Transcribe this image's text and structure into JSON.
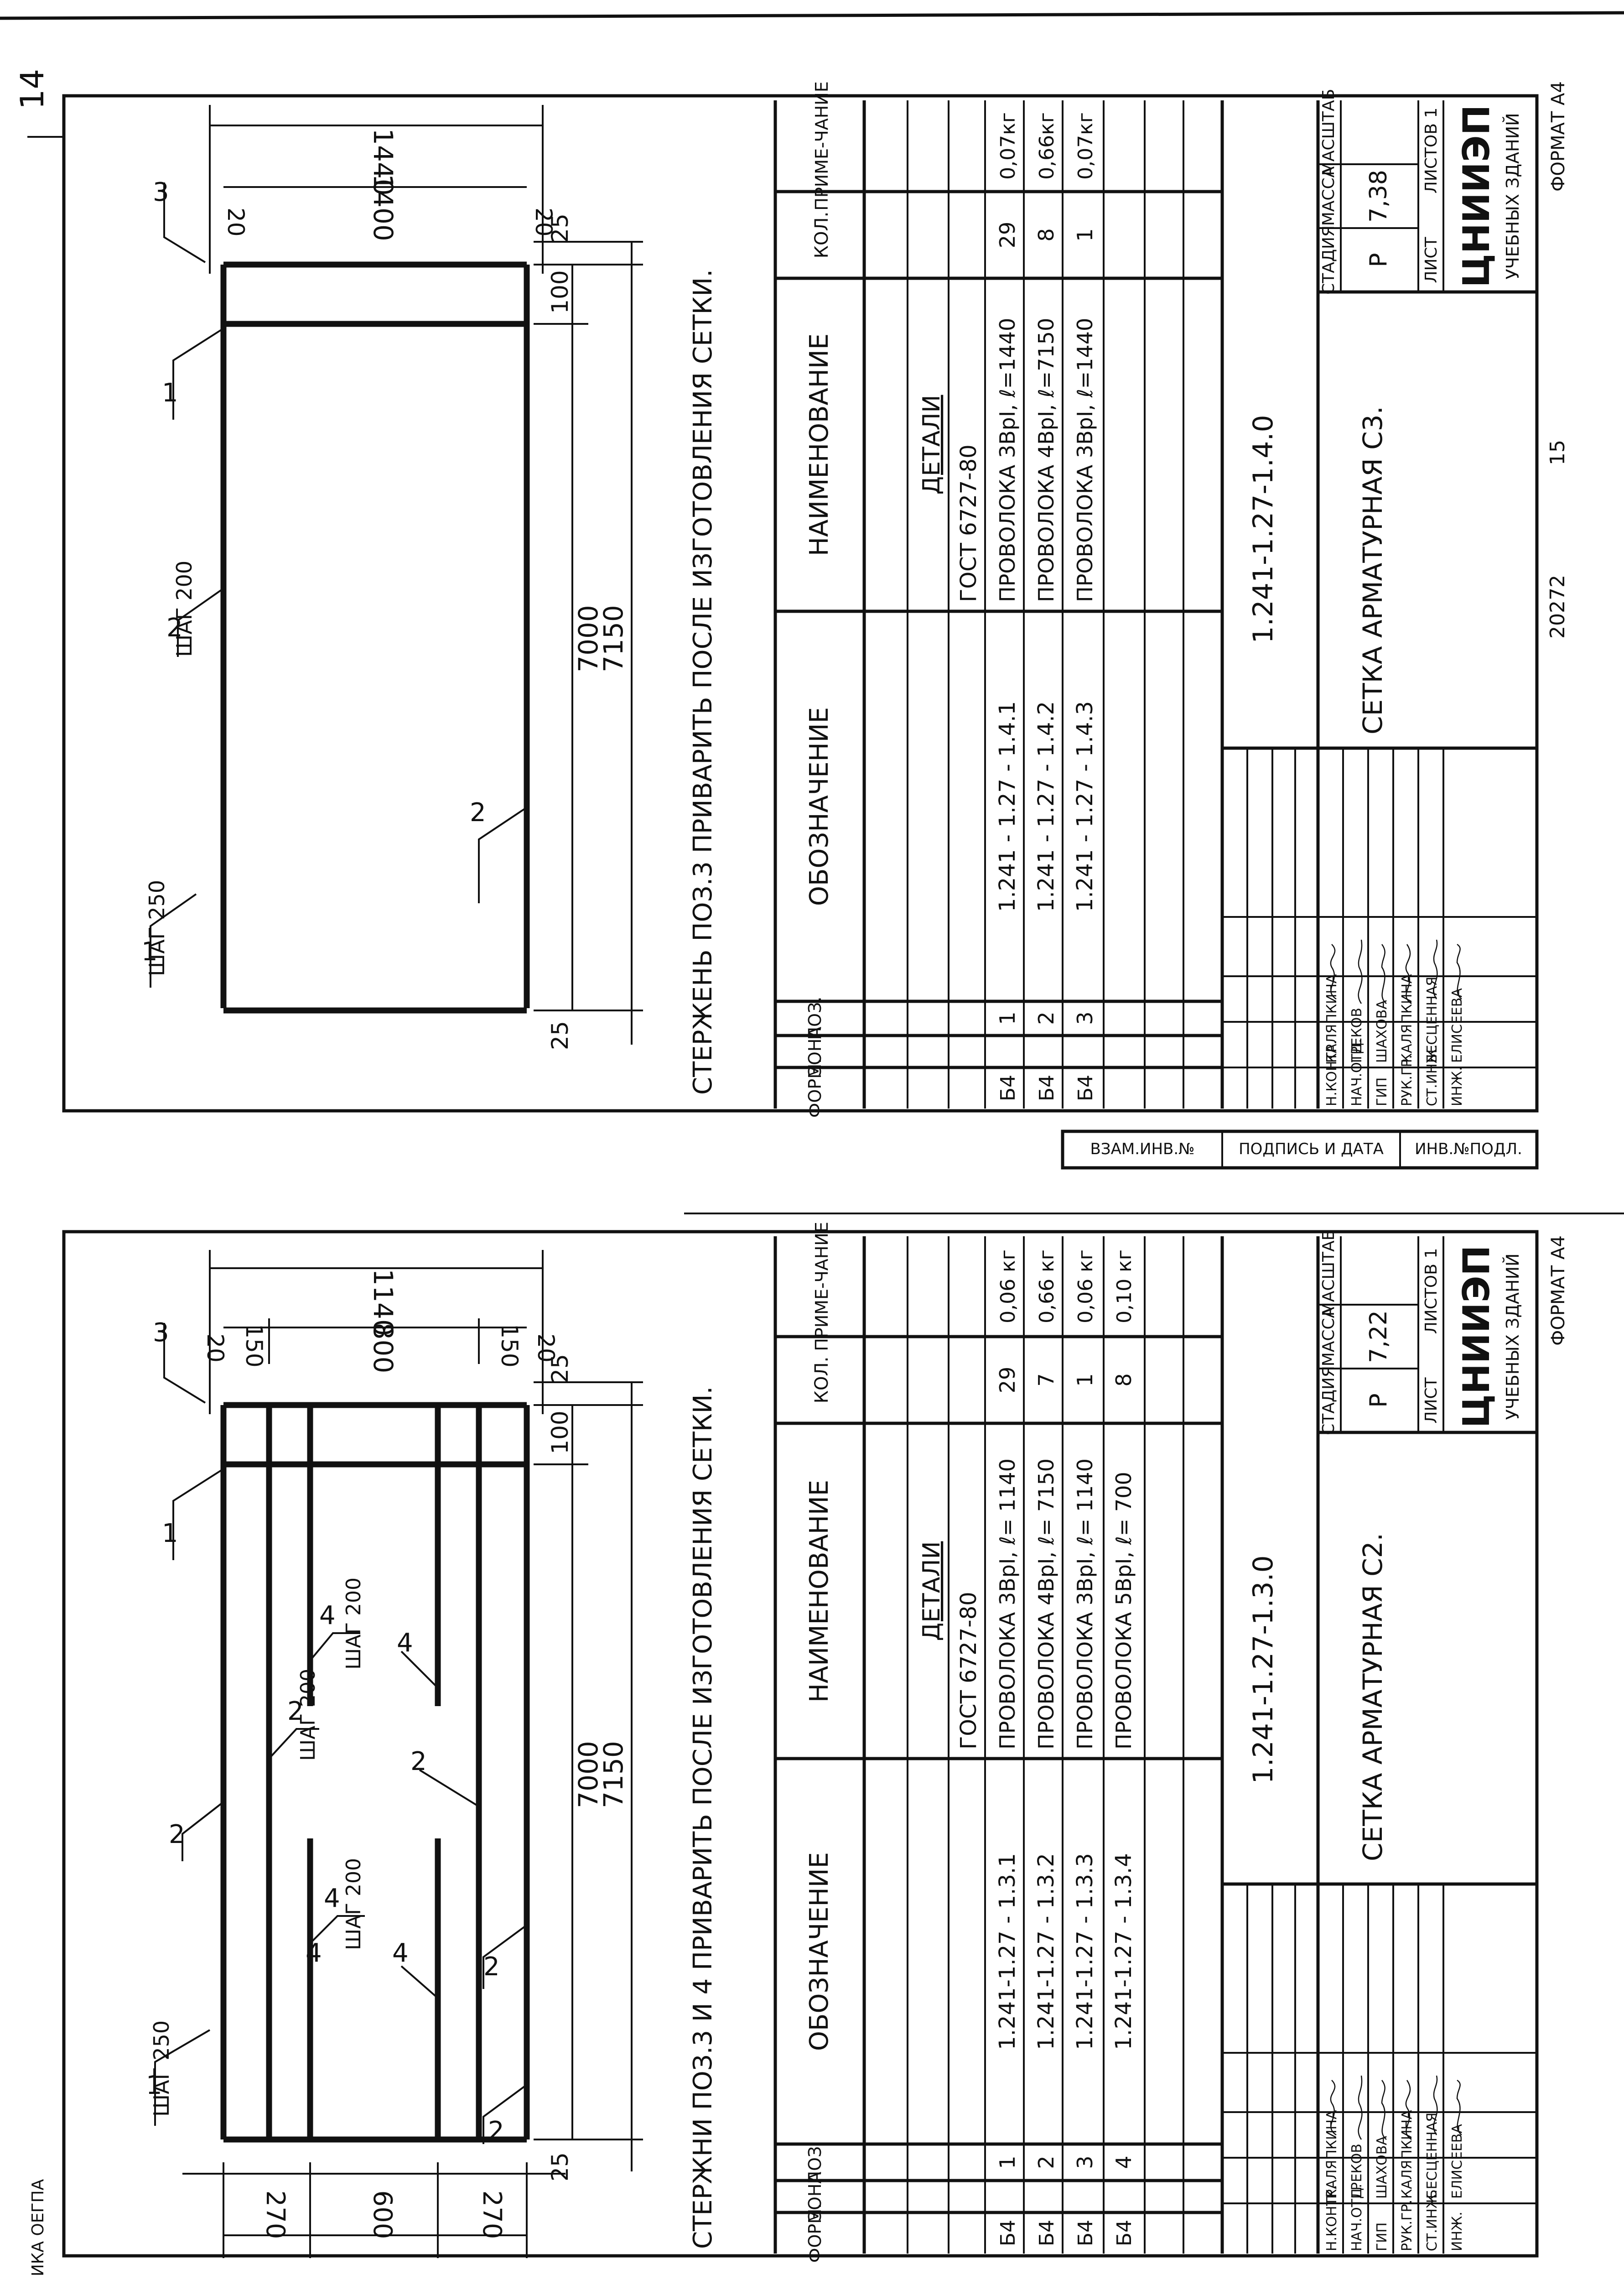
{
  "page_number": "14",
  "margin_text": "ИКА ОЕГПА",
  "side_stamp": [
    "ИНВ.№ПОДЛ.",
    "ПОДПИСЬ И ДАТА",
    "ВЗАМ.ИНВ.№"
  ],
  "sheets": [
    {
      "id": "c3",
      "note": "СТЕРЖЕНЬ ПОЗ.3 ПРИВАРИТЬ ПОСЛЕ ИЗГОТОВЛЕНИЯ СЕТКИ.",
      "dims": {
        "width_total": "1440",
        "width_inner": "1400",
        "edge": "20",
        "edge_right": "25",
        "edge_left": "25",
        "offset": "100",
        "length_inner": "7000",
        "length_total": "7150"
      },
      "leaders": {
        "p1": "1",
        "p1_step": "ШАГ 250",
        "p2": "2",
        "p2_step": "ШАГ 200",
        "p2b": "2",
        "p1b": "1",
        "p3": "3"
      },
      "headers": {
        "form": "ФОРМ.",
        "zone": "ЗОНА",
        "pos": "ПОЗ.",
        "designation": "ОБОЗНАЧЕНИЕ",
        "name": "НАИМЕНОВАНИЕ",
        "qty": "КОЛ.",
        "note": "ПРИМЕ-ЧАНИЕ"
      },
      "section_title": "ДЕТАЛИ",
      "standard": "ГОСТ 6727-80",
      "rows": [
        {
          "form": "Б4",
          "pos": "1",
          "designation": "1.241 - 1.27 - 1.4.1",
          "name": "ПРОВОЛОКА 3ВрI, ℓ=1440",
          "qty": "29",
          "mass": "0,07кг"
        },
        {
          "form": "Б4",
          "pos": "2",
          "designation": "1.241 - 1.27 - 1.4.2",
          "name": "ПРОВОЛОКА 4ВрI, ℓ=7150",
          "qty": "8",
          "mass": "0,66кг"
        },
        {
          "form": "Б4",
          "pos": "3",
          "designation": "1.241 - 1.27 - 1.4.3",
          "name": "ПРОВОЛОКА 3ВрI, ℓ=1440",
          "qty": "1",
          "mass": "0,07кг"
        }
      ],
      "doc_code": "1.241-1.27-1.4.0",
      "title": "СЕТКА АРМАТУРНАЯ С3.",
      "stage_header": "СТАДИЯ",
      "mass_header": "МАССА",
      "scale_header": "МАСШТАБ",
      "stage": "Р",
      "mass": "7,38",
      "sheet_label": "ЛИСТ",
      "sheets_label": "ЛИСТОВ 1",
      "org": "ЦНИИЭП",
      "org_sub": "УЧЕБНЫХ ЗДАНИЙ",
      "roles": [
        "Н.КОНТР.",
        "НАЧ.ОТД.",
        "ГИП",
        "РУК.ГР.",
        "СТ.ИНЖ.",
        "ИНЖ."
      ],
      "people": [
        "КАЛЯПКИНА",
        "ГРЕКОВ",
        "ШАХОВА",
        "КАЛЯПКИНА",
        "БЕСЦЕННАЯ",
        "ЕЛИСЕЕВА"
      ],
      "footer_num": "20272",
      "footer_page": "15",
      "format": "ФОРМАТ А4"
    },
    {
      "id": "c2",
      "note": "СТЕРЖНИ ПОЗ.3 И 4 ПРИВАРИТЬ ПОСЛЕ ИЗГОТОВЛЕНИЯ СЕТКИ.",
      "dims": {
        "width_total": "1140",
        "edge": "20",
        "side": "150",
        "middle": "800",
        "edge_right": "25",
        "edge_left": "25",
        "offset": "100",
        "length_inner": "7000",
        "length_total": "7150",
        "left_a": "270",
        "left_b": "600",
        "left_c": "270"
      },
      "leaders": {
        "p1": "1",
        "p1_step": "ШАГ 250",
        "p2a": "2",
        "p4a": "4",
        "p4a_step": "ШАГ 200",
        "p2b": "2",
        "p2b_step": "ШАГ 200",
        "p4b": "4",
        "p4b_step": "ШАГ 200",
        "p4c": "4",
        "p4d": "4",
        "p2c": "2",
        "p2d": "2",
        "p2e": "2",
        "p4e": "4",
        "p1b": "1",
        "p3": "3"
      },
      "headers": {
        "form": "ФОРМ.",
        "zone": "ЗОНА",
        "pos": "ПОЗ.",
        "designation": "ОБОЗНАЧЕНИЕ",
        "name": "НАИМЕНОВАНИЕ",
        "qty": "КОЛ.",
        "note": "ПРИМЕ-ЧАНИЕ"
      },
      "section_title": "ДЕТАЛИ",
      "standard": "ГОСТ 6727-80",
      "rows": [
        {
          "form": "Б4",
          "pos": "1",
          "designation": "1.241-1.27 - 1.3.1",
          "name": "ПРОВОЛОКА 3ВрI, ℓ= 1140",
          "qty": "29",
          "mass": "0,06 кг"
        },
        {
          "form": "Б4",
          "pos": "2",
          "designation": "1.241-1.27 - 1.3.2",
          "name": "ПРОВОЛОКА 4ВрI, ℓ= 7150",
          "qty": "7",
          "mass": "0,66 кг"
        },
        {
          "form": "Б4",
          "pos": "3",
          "designation": "1.241-1.27 - 1.3.3",
          "name": "ПРОВОЛОКА 3ВрI, ℓ= 1140",
          "qty": "1",
          "mass": "0,06 кг"
        },
        {
          "form": "Б4",
          "pos": "4",
          "designation": "1.241-1.27 - 1.3.4",
          "name": "ПРОВОЛОКА 5ВрI, ℓ= 700",
          "qty": "8",
          "mass": "0,10 кг"
        }
      ],
      "doc_code": "1.241-1.27-1.3.0",
      "title": "СЕТКА АРМАТУРНАЯ С2.",
      "stage_header": "СТАДИЯ",
      "mass_header": "МАССА",
      "scale_header": "МАСШТАБ",
      "stage": "Р",
      "mass": "7,22",
      "sheet_label": "ЛИСТ",
      "sheets_label": "ЛИСТОВ 1",
      "org": "ЦНИИЭП",
      "org_sub": "УЧЕБНЫХ ЗДАНИЙ",
      "roles": [
        "Н.КОНТР.",
        "НАЧ.ОТД.",
        "ГИП",
        "РУК.ГР.",
        "СТ.ИНЖ.",
        "ИНЖ."
      ],
      "people": [
        "КАЛЯПКИНА",
        "ГРЕКОВ",
        "ШАХОВА",
        "КАЛЯПКИНА",
        "БЕСЦЕННАЯ",
        "ЕЛИСЕЕВА"
      ],
      "format": "ФОРМАТ А4"
    }
  ]
}
